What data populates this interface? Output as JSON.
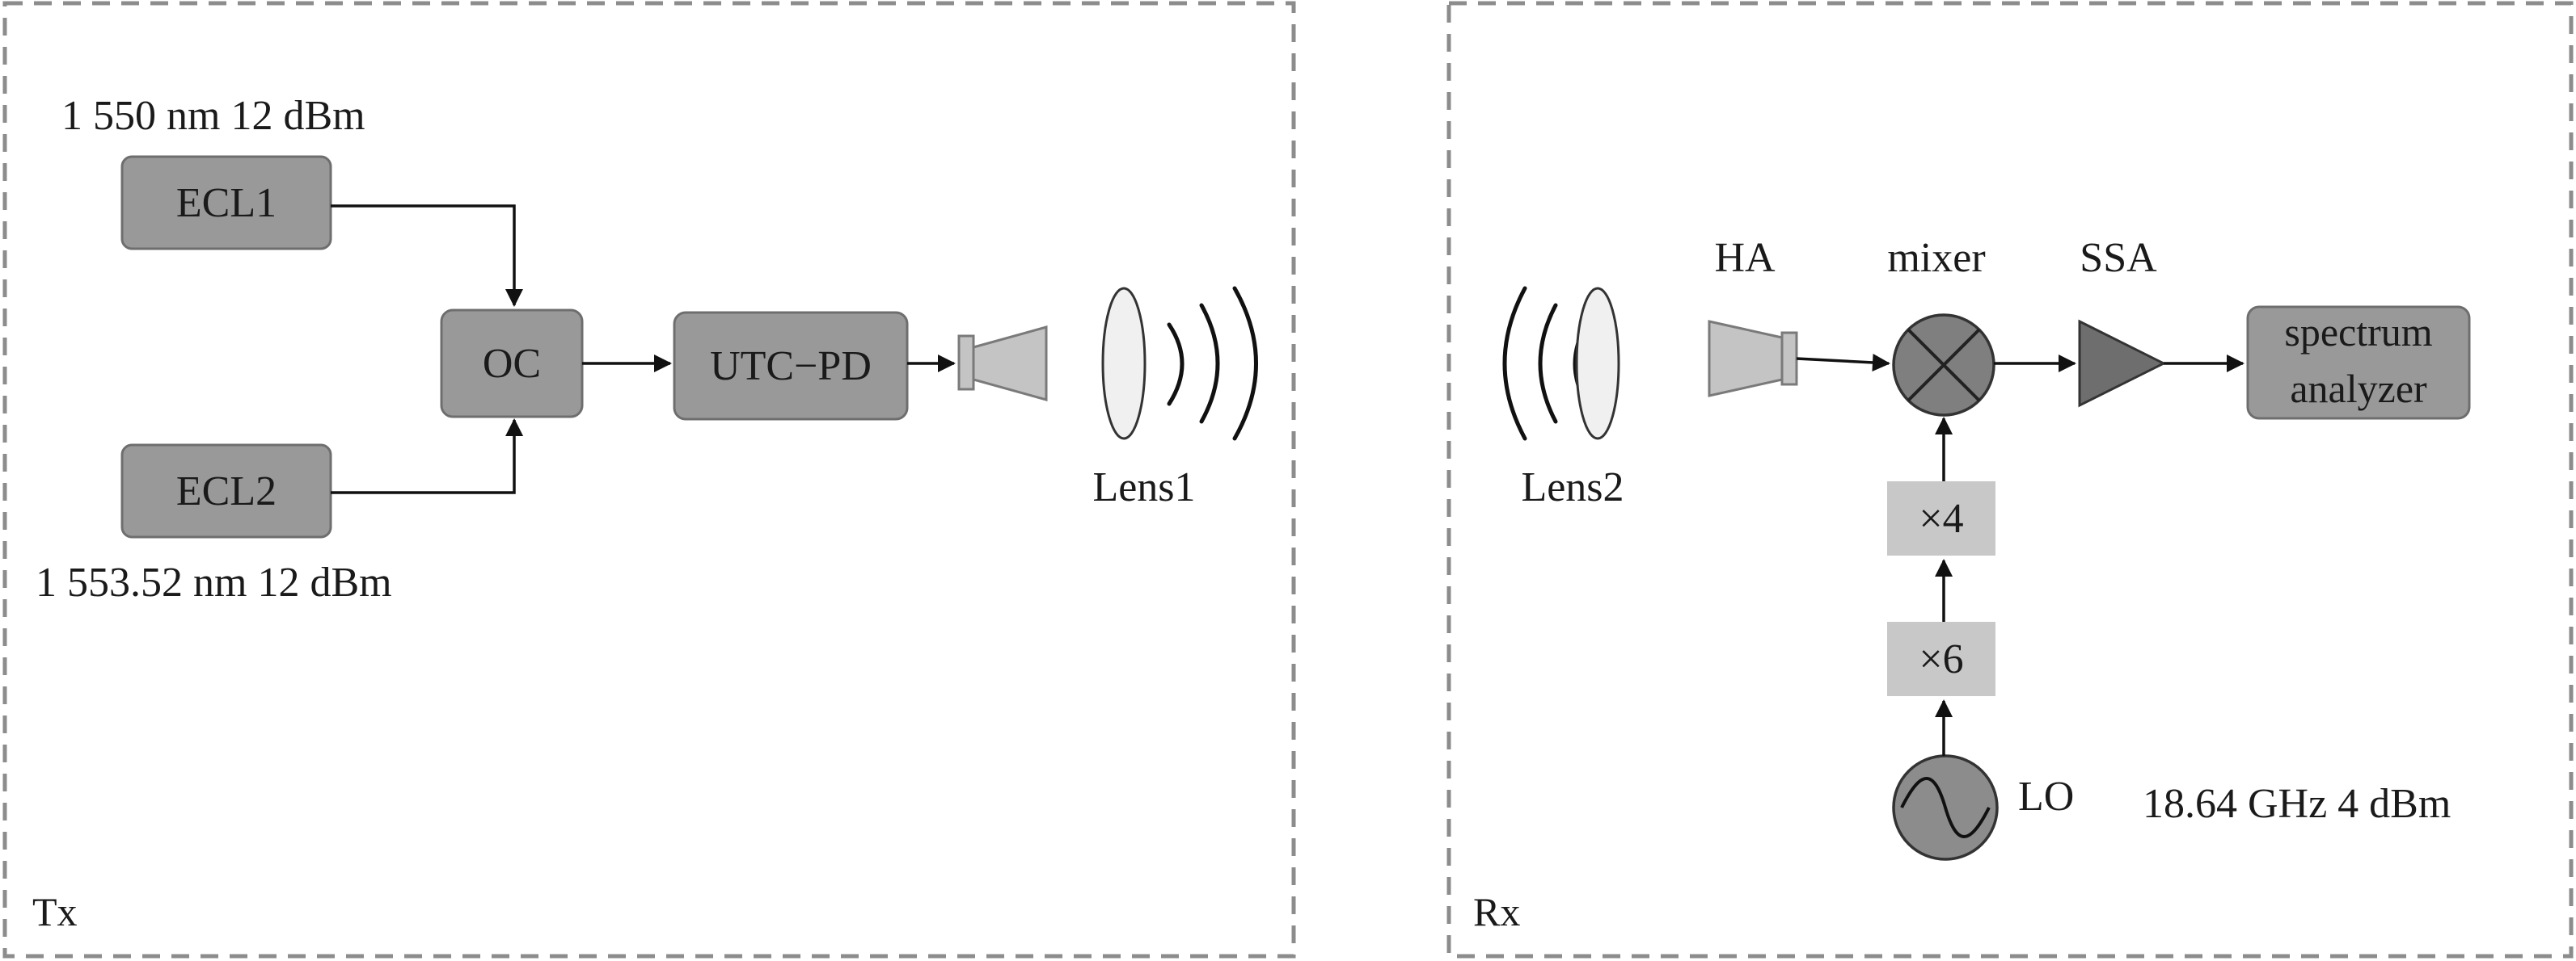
{
  "tx_panel": {
    "label": "Tx",
    "ecl1": {
      "label": "ECL1",
      "spec": "1 550 nm 12 dBm"
    },
    "ecl2": {
      "label": "ECL2",
      "spec": "1 553.52 nm 12 dBm"
    },
    "coupler": {
      "label": "OC"
    },
    "photodiode": {
      "label": "UTC−PD"
    },
    "lens": {
      "label": "Lens1"
    }
  },
  "rx_panel": {
    "label": "Rx",
    "lens": {
      "label": "Lens2"
    },
    "horn": {
      "label": "HA"
    },
    "mixer": {
      "label": "mixer"
    },
    "amplifier": {
      "label": "SSA"
    },
    "analyzer": {
      "line1": "spectrum",
      "line2": "analyzer"
    },
    "mult4": {
      "label": "×4"
    },
    "mult6": {
      "label": "×6"
    },
    "oscillator": {
      "label": "LO",
      "spec": "18.64 GHz 4 dBm"
    }
  },
  "colors": {
    "box_fill": "#999999",
    "multiplier_fill": "#c8c8c8",
    "horn_fill": "#c4c4c4",
    "mixer_fill": "#7f7f7f",
    "amplifier_fill": "#6e6e6e",
    "panel_border": "#8c8c8c"
  }
}
